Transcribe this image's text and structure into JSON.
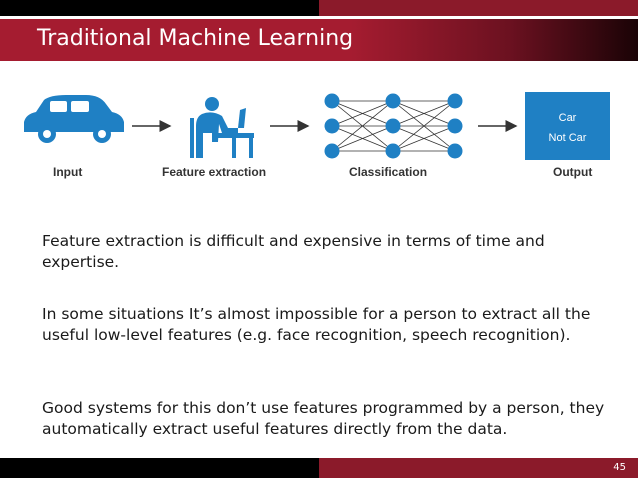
{
  "slide": {
    "title": "Traditional Machine Learning",
    "page_number": "45"
  },
  "diagram": {
    "labels": {
      "input": "Input",
      "feature_extraction": "Feature extraction",
      "classification": "Classification",
      "output": "Output"
    },
    "output_options": [
      "Car",
      "Not Car"
    ],
    "colors": {
      "icon_blue": "#1f80c4",
      "output_box": "#1f80c4"
    }
  },
  "paragraphs": [
    "Feature extraction is difficult and expensive in terms of time and expertise.",
    "In some situations It’s almost impossible for a person to extract all the useful low-level features (e.g. face recognition, speech recognition).",
    "Good systems for this don’t use features programmed by a person, they automatically extract useful features directly from the data."
  ]
}
